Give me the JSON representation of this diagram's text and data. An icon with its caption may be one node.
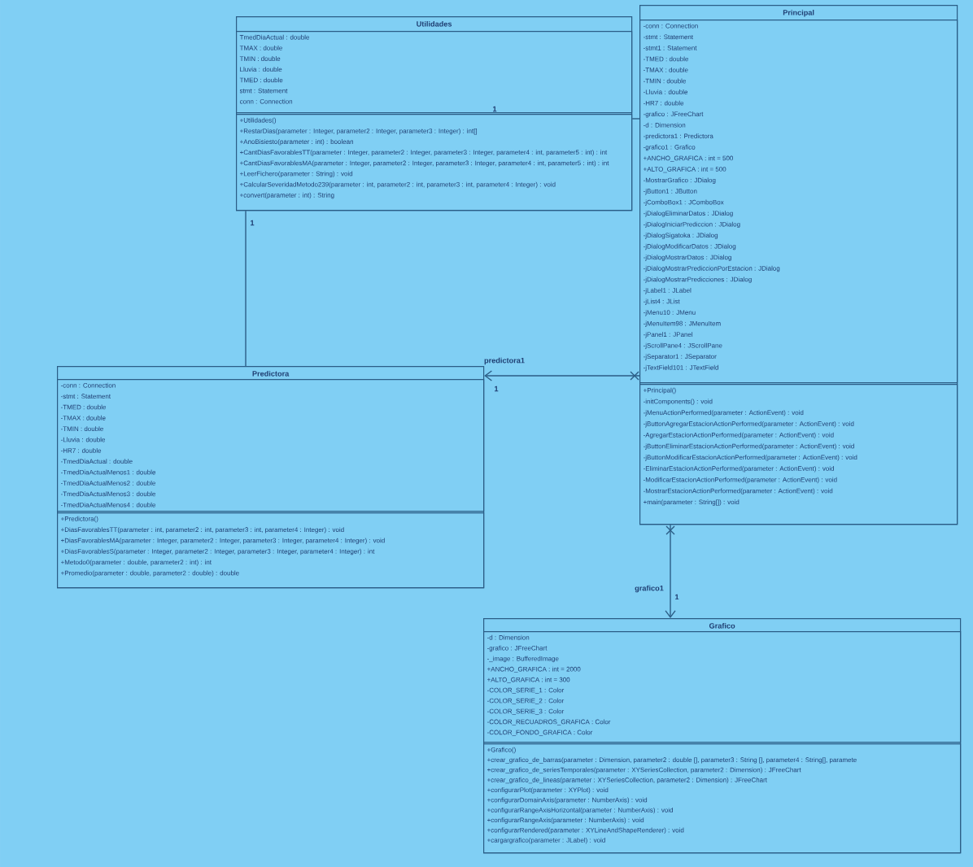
{
  "diagram": {
    "nodes": [
      {
        "text": [
          "Utilidades"
        ]
      },
      {
        "text": [
          "TmedDiaActual : double",
          "TMAX : double",
          "TMIN : double",
          "Lluvia : double",
          "TMED : double",
          "stmt : Statement",
          "conn : Connection"
        ],
        "in": 0
      },
      {
        "text": [
          "+Utilidades()",
          "+RestarDias(parameter : Integer, parameter2 : Integer, parameter3 : Integer) : int[]",
          "+AnoBisiesto(parameter : int) : boolean",
          "+CantDiasFavorablesTT(parameter : Integer, parameter2 : Integer, parameter3 : Integer, parameter4 : int, parameter5 : int) : int",
          "+CantDiasFavorablesMA(parameter : Integer, parameter2 : Integer, parameter3 : Integer, parameter4 : int, parameter5 : int) : int",
          "+LeerFichero(parameter : String) : void",
          "+CalcularSeveridadMetodo239(parameter : int, parameter2 : int, parameter3 : int, parameter4 : Integer) : void",
          "+convert(parameter : int) : String"
        ],
        "in": 0
      },
      {
        "text": [
          "Principal"
        ]
      },
      {
        "text": [
          "-conn : Connection",
          "-stmt : Statement",
          "-stmt1 : Statement",
          "-TMED : double",
          "-TMAX : double",
          "-TMIN : double",
          "-Lluvia : double",
          "-HR7 : double",
          "-grafico : JFreeChart",
          "-d : Dimension",
          "-predictora1 : Predictora",
          "-grafico1 : Grafico",
          "+ANCHO_GRAFICA : int = 500",
          "+ALTO_GRAFICA : int = 500",
          "-MostrarGrafico : JDialog",
          "-jButton1 : JButton",
          "-jComboBox1 : JComboBox",
          "-jDialogEliminarDatos : JDialog",
          "-jDialogIniciarPrediccion : JDialog",
          "-jDialogSigatoka : JDialog",
          "-jDialogModificarDatos : JDialog",
          "-jDialogMostrarDatos : JDialog",
          "-jDialogMostrarPrediccionPorEstacion : JDialog",
          "-jDialogMostrarPredicciones : JDialog",
          "-jLabel1 : JLabel",
          "-jList4 : JList",
          "-jMenu10 : JMenu",
          "-jMenuItem98 : JMenuItem",
          "-jPanel1 : JPanel",
          "-jScrollPane4 : JScrollPane",
          "-jSeparator1 : JSeparator",
          "-jTextField101 : JTextField"
        ],
        "in": 3
      },
      {
        "text": [
          "+Principal()",
          "-initComponents() : void",
          "-jMenuActionPerformed(parameter : ActionEvent) : void",
          "-jButtonAgregarEstacionActionPerformed(parameter : ActionEvent) : void",
          "-AgregarEstacionActionPerformed(parameter : ActionEvent) : void",
          "-jButtonEliminarEstacionActionPerformed(parameter : ActionEvent) : void",
          "-jButtonModificarEstacionActionPerformed(parameter : ActionEvent) : void",
          "-EliminarEstacionActionPerformed(parameter : ActionEvent) : void",
          "-ModificarEstacionActionPerformed(parameter : ActionEvent) : void",
          "-MostrarEstacionActionPerformed(parameter : ActionEvent) : void",
          "+main(parameter : String[]) : void"
        ],
        "in": 3
      },
      {
        "text": [
          "Predictora"
        ]
      },
      {
        "text": [
          "-conn : Connection",
          "-stmt : Statement",
          "-TMED : double",
          "-TMAX : double",
          "-TMIN : double",
          "-Lluvia : double",
          "-HR7 : double",
          "-TmedDiaActual : double",
          "-TmedDiaActualMenos1 : double",
          "-TmedDiaActualMenos2 : double",
          "-TmedDiaActualMenos3 : double",
          "-TmedDiaActualMenos4 : double"
        ],
        "in": 6
      },
      {
        "text": [
          "+Predictora()",
          "+DiasFavorablesTT(parameter : int, parameter2 : int, parameter3 : int, parameter4 : Integer) : void",
          "+DiasFavorablesMA(parameter : Integer, parameter2 : Integer, parameter3 : Integer, parameter4 : Integer) : void",
          "+DiasFavorablesS(parameter : Integer, parameter2 : Integer, parameter3 : Integer, parameter4 : Integer) : int",
          "+Metodo0(parameter : double, parameter2 : int) : int",
          "+Promedio(parameter : double, parameter2 : double) : double"
        ],
        "in": 6
      },
      {
        "text": [
          "Grafico"
        ]
      },
      {
        "text": [
          "-d : Dimension",
          "-grafico : JFreeChart",
          "-_image : BufferedImage",
          "+ANCHO_GRAFICA : int = 2000",
          "+ALTO_GRAFICA : int = 300",
          "-COLOR_SERIE_1 : Color",
          "-COLOR_SERIE_2 : Color",
          "-COLOR_SERIE_3 : Color",
          "-COLOR_RECUADROS_GRAFICA : Color",
          "-COLOR_FONDO_GRAFICA : Color"
        ],
        "in": 9
      },
      {
        "text": [
          "+Grafico()",
          "+crear_grafico_de_barras(parameter : Dimension, parameter2 : double [], parameter3 : String [], parameter4 : String[], paramete",
          "+crear_grafico_de_seriesTemporales(parameter : XYSeriesCollection, parameter2 : Dimension) : JFreeChart",
          "+crear_grafico_de_lineas(parameter : XYSeriesCollection, parameter2 : Dimension) : JFreeChart",
          "+configurarPlot(parameter : XYPlot) : void",
          "+configurarDomainAxis(parameter : NumberAxis) : void",
          "+configurarRangeAxisHorizontal(parameter : NumberAxis) : void",
          "+configurarRangeAxis(parameter : NumberAxis) : void",
          "+configurarRendered(parameter : XYLineAndShapeRenderer) : void",
          "+cargargrafico(parameter : JLabel) : void"
        ],
        "in": 9
      }
    ],
    "edges": [
      {
        "from": 0,
        "to": 3,
        "arrow": "none"
      },
      {
        "from": 0,
        "to": 6,
        "arrow": "none"
      },
      {
        "from": 3,
        "to": 6,
        "arrow": "to",
        "label": "predictora1"
      },
      {
        "from": 3,
        "to": 9,
        "arrow": "to",
        "label": "grafico1"
      }
    ],
    "labels": [
      "1",
      "1",
      "1",
      "1"
    ]
  }
}
